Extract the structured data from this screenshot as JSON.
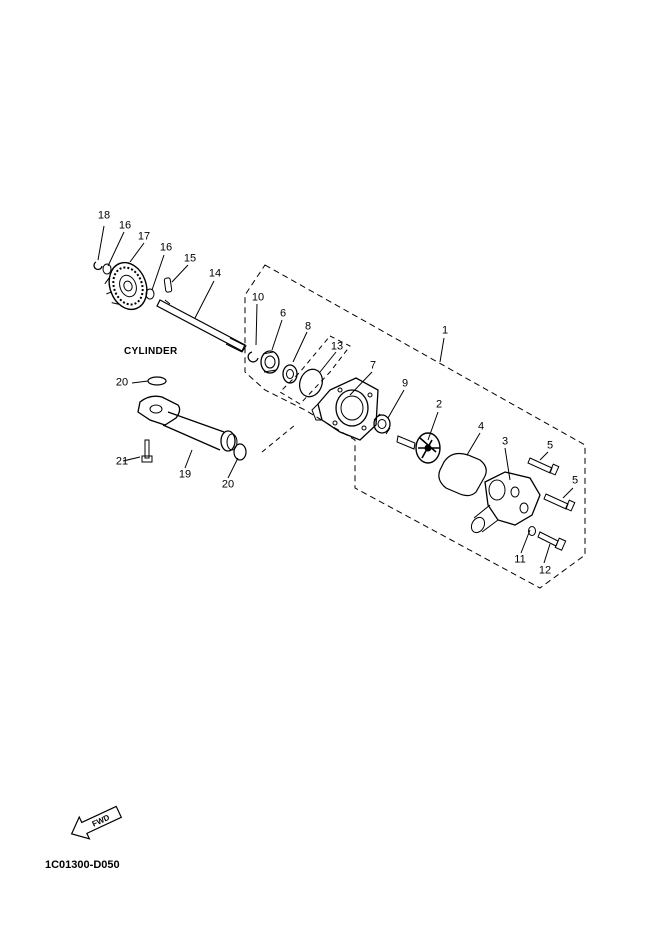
{
  "diagram": {
    "cylinder_label": "CYLINDER",
    "fwd_label": "FWD",
    "document_code": "1C01300-D050",
    "callouts": [
      {
        "id": "18",
        "text": "18"
      },
      {
        "id": "16a",
        "text": "16"
      },
      {
        "id": "17",
        "text": "17"
      },
      {
        "id": "16b",
        "text": "16"
      },
      {
        "id": "15",
        "text": "15"
      },
      {
        "id": "14",
        "text": "14"
      },
      {
        "id": "10",
        "text": "10"
      },
      {
        "id": "6",
        "text": "6"
      },
      {
        "id": "8",
        "text": "8"
      },
      {
        "id": "13",
        "text": "13"
      },
      {
        "id": "1",
        "text": "1"
      },
      {
        "id": "7",
        "text": "7"
      },
      {
        "id": "9",
        "text": "9"
      },
      {
        "id": "2",
        "text": "2"
      },
      {
        "id": "4",
        "text": "4"
      },
      {
        "id": "3",
        "text": "3"
      },
      {
        "id": "5a",
        "text": "5"
      },
      {
        "id": "5b",
        "text": "5"
      },
      {
        "id": "11",
        "text": "11"
      },
      {
        "id": "12",
        "text": "12"
      },
      {
        "id": "20a",
        "text": "20"
      },
      {
        "id": "20b",
        "text": "20"
      },
      {
        "id": "21",
        "text": "21"
      },
      {
        "id": "19",
        "text": "19"
      }
    ]
  }
}
